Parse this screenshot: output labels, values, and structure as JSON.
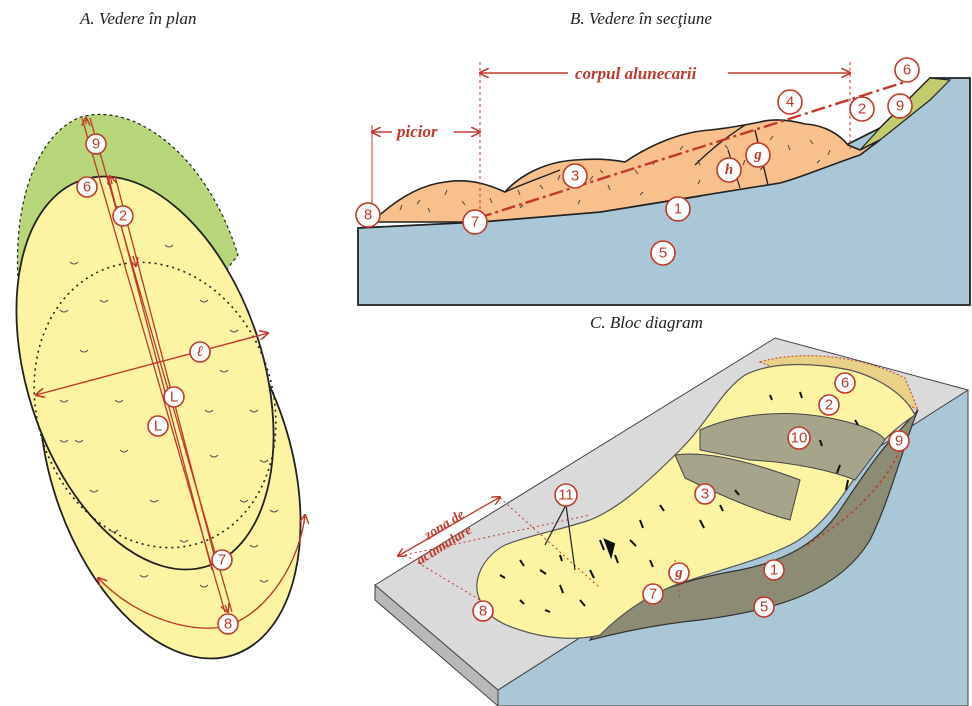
{
  "titles": {
    "plan": "A.  Vedere în plan",
    "section": "B. Vedere în secţiune",
    "block": "C. Bloc diagram"
  },
  "labels": {
    "corpul": "corpul alunecarii",
    "picior": "picior",
    "zona1": "zona de",
    "zona2": "acumulare"
  },
  "markers": {
    "m1": "1",
    "m2": "2",
    "m3": "3",
    "m4": "4",
    "m5": "5",
    "m6": "6",
    "m7": "7",
    "m8": "8",
    "m9": "9",
    "m10": "10",
    "m11": "11",
    "g": "g",
    "h": "h",
    "L": "L",
    "l": "ℓ"
  },
  "colors": {
    "slide_body": "#fcf3a3",
    "detachment_zone": "#b7d67a",
    "section_body": "#f7c08c",
    "bedrock": "#a9c7d6",
    "annotation": "#c0392b"
  }
}
